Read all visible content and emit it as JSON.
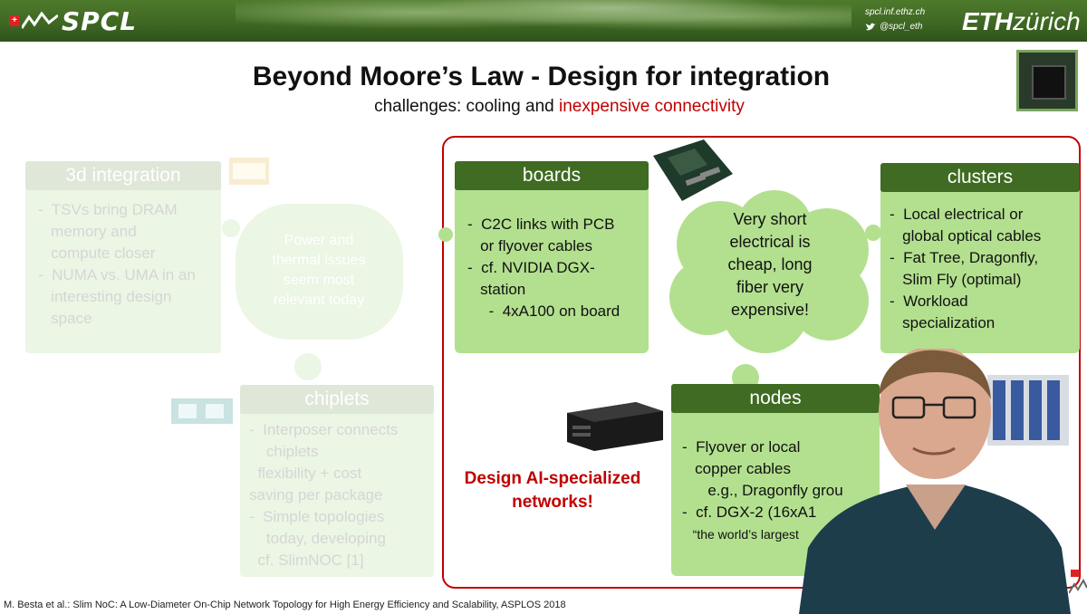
{
  "header": {
    "logo_text": "SPCL",
    "website": "spcl.inf.ethz.ch",
    "twitter": "@spcl_eth",
    "eth_bold": "ETH",
    "eth_rest": "zürich"
  },
  "slide": {
    "title": "Beyond Moore’s Law - Design for integration",
    "subtitle_plain": "challenges: cooling and ",
    "subtitle_highlight": "inexpensive connectivity"
  },
  "integration_3d": {
    "heading": "3d integration",
    "items": [
      "-  TSVs bring DRAM",
      "   memory and",
      "   compute closer",
      "-  NUMA vs. UMA in an",
      "   interesting design",
      "   space"
    ]
  },
  "cloud_left_text": [
    "Power and",
    "thermal issues",
    "seem most",
    "relevant today"
  ],
  "chiplets": {
    "heading": "chiplets",
    "items": [
      "-  Interposer connects",
      "    chiplets",
      "  flexibility + cost",
      "saving per package",
      "-  Simple topologies",
      "    today, developing",
      "  cf. SlimNOC [1]"
    ]
  },
  "boards": {
    "heading": "boards",
    "items": [
      "-  C2C links with PCB",
      "   or flyover cables",
      "-  cf. NVIDIA DGX-",
      "   station",
      "     -  4xA100 on board"
    ]
  },
  "clusters": {
    "heading": "clusters",
    "items": [
      "-  Local electrical or",
      "   global optical cables",
      "-  Fat Tree, Dragonfly,",
      "   Slim Fly (optimal)",
      "-  Workload",
      "   specialization"
    ]
  },
  "cloud_center_text": [
    "Very short",
    "electrical is",
    "cheap, long",
    "fiber very",
    "expensive!"
  ],
  "nodes": {
    "heading": "nodes",
    "items": [
      "-  Flyover or local",
      "   copper cables",
      "      e.g., Dragonfly grou",
      "-  cf. DGX-2 (16xA1",
      "   “the world’s largest"
    ]
  },
  "ai_text": [
    "Design AI-specialized",
    "networks!"
  ],
  "footer": "M. Besta et al.: Slim NoC: A Low-Diameter On-Chip Network Topology for High Energy Efficiency and Scalability, ASPLOS 2018",
  "colors": {
    "header_green": "#3d6622",
    "box_green": "#b3e08f",
    "head_green": "#3f6b22",
    "accent_red": "#c00000"
  }
}
